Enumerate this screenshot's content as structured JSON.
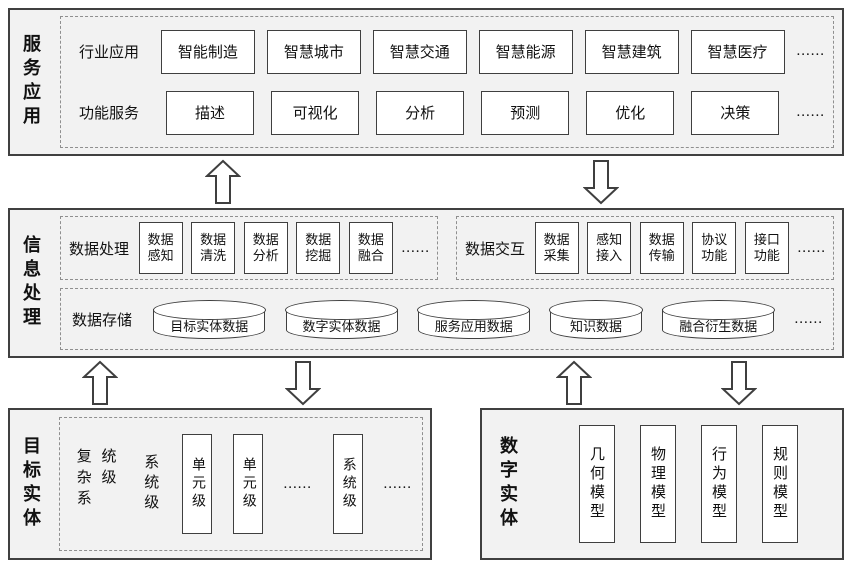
{
  "diagram": {
    "service_layer": {
      "title": "服务应用",
      "industry": {
        "label": "行业应用",
        "items": [
          "智能制造",
          "智慧城市",
          "智慧交通",
          "智慧能源",
          "智慧建筑",
          "智慧医疗"
        ],
        "ellipsis": "......"
      },
      "function": {
        "label": "功能服务",
        "items": [
          "描述",
          "可视化",
          "分析",
          "预测",
          "优化",
          "决策"
        ],
        "ellipsis": "......"
      }
    },
    "info_layer": {
      "title": "信息处理",
      "processing": {
        "label": "数据处理",
        "items": [
          "数据感知",
          "数据清洗",
          "数据分析",
          "数据挖掘",
          "数据融合"
        ],
        "ellipsis": "......"
      },
      "interaction": {
        "label": "数据交互",
        "items": [
          "数据采集",
          "感知接入",
          "数据传输",
          "协议功能",
          "接口功能"
        ],
        "ellipsis": "......"
      },
      "storage": {
        "label": "数据存储",
        "items": [
          "目标实体数据",
          "数字实体数据",
          "服务应用数据",
          "知识数据",
          "融合衍生数据"
        ],
        "ellipsis": "......"
      }
    },
    "target_layer": {
      "title": "目标实体",
      "complex_system": "复杂系统级",
      "system_text": "系统级",
      "units": [
        "单元级",
        "单元级"
      ],
      "ellipsis1": "......",
      "system_box": "系统级",
      "ellipsis2": "......"
    },
    "digital_layer": {
      "title": "数字实体",
      "models": [
        "几何模型",
        "物理模型",
        "行为模型",
        "规则模型"
      ]
    }
  }
}
